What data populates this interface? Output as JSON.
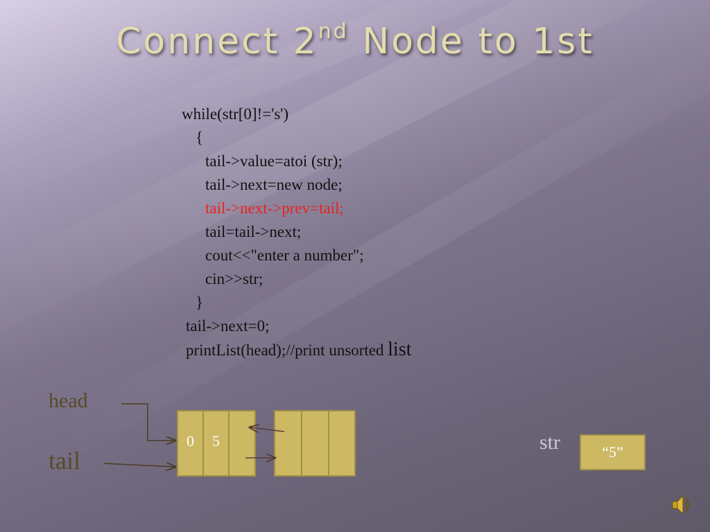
{
  "slide": {
    "title_main": "Connect 2",
    "title_sup": "nd",
    "title_tail": " Node to 1st"
  },
  "code": {
    "line1": "while(str[0]!='s')",
    "line2": "{",
    "line3": "tail->value=atoi (str);",
    "line4": "tail->next=new node;",
    "line5": "tail->next->prev=tail;",
    "line6": "tail=tail->next;",
    "line7": "cout<<\"enter a number\";",
    "line8": "cin>>str;",
    "line9": "}",
    "line10": "tail->next=0;",
    "line11_a": "printList(head);//print unsorted ",
    "line11_b": "list",
    "highlight_color": "#e8221c"
  },
  "diagram": {
    "head_label": "head",
    "tail_label": "tail",
    "node1": {
      "prev": "0",
      "value": "5",
      "next": ""
    },
    "node2": {
      "prev": "",
      "value": "",
      "next": ""
    },
    "str_label": "str",
    "str_value": "“5”",
    "node_color": "#cdb864"
  },
  "icons": {
    "audio": "speaker-icon"
  }
}
